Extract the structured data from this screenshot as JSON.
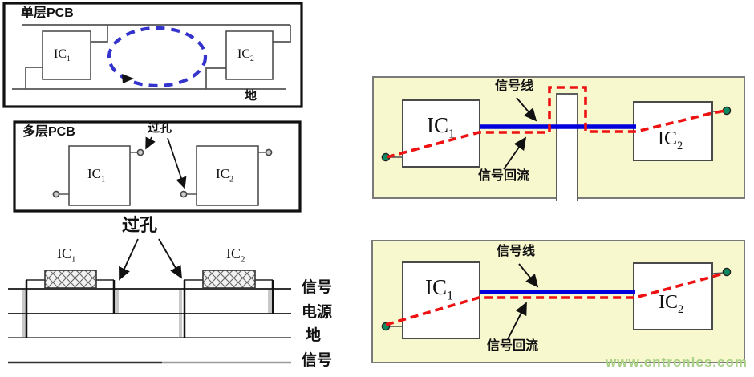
{
  "panels": {
    "single_layer": {
      "title": "单层PCB",
      "ground_label": "地",
      "ic1": {
        "base": "IC",
        "sub": "1"
      },
      "ic2": {
        "base": "IC",
        "sub": "2"
      }
    },
    "multi_layer": {
      "title": "多层PCB",
      "via_label": "过孔",
      "ic1": {
        "base": "IC",
        "sub": "1"
      },
      "ic2": {
        "base": "IC",
        "sub": "2"
      }
    },
    "cross_section": {
      "via_label": "过孔",
      "ic1": {
        "base": "IC",
        "sub": "1"
      },
      "ic2": {
        "base": "IC",
        "sub": "2"
      },
      "layers": [
        "信号",
        "电源",
        "地",
        "信号"
      ]
    },
    "board_with_slot": {
      "signal_label": "信号线",
      "return_label": "信号回流",
      "ic1": {
        "base": "IC",
        "sub": "1"
      },
      "ic2": {
        "base": "IC",
        "sub": "2"
      }
    },
    "board_solid": {
      "signal_label": "信号线",
      "return_label": "信号回流",
      "ic1": {
        "base": "IC",
        "sub": "1"
      },
      "ic2": {
        "base": "IC",
        "sub": "2"
      }
    }
  },
  "watermark": "www.cntronics.com",
  "colors": {
    "board_fill": "#f8f8cf",
    "board_border": "#7a7a7a",
    "signal_trace_blue": "#0000dd",
    "return_path_red": "#ee1111",
    "current_loop_blue": "#3434cc",
    "pin_green": "#0e8a60",
    "watermark_green": "#a9d185"
  }
}
